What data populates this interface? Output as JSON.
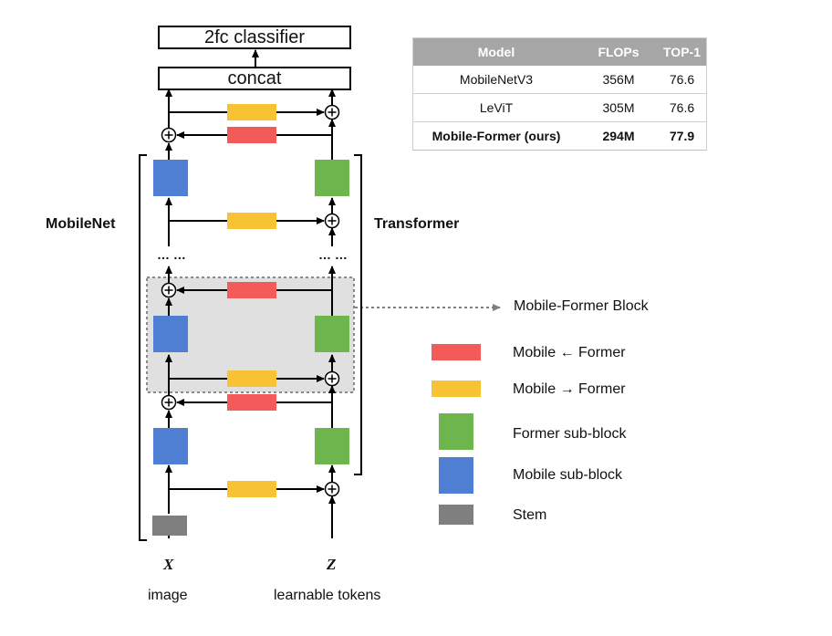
{
  "diagram": {
    "classifier_label": "2fc classifier",
    "concat_label": "concat",
    "left_branch_label": "MobileNet",
    "right_branch_label": "Transformer",
    "left_dots": "… …",
    "right_dots": "… …",
    "left_input_symbol": "X",
    "right_input_symbol": "Z",
    "left_input_caption": "image",
    "right_input_caption": "learnable tokens",
    "block_callout": "Mobile-Former Block",
    "colors": {
      "mobile_block": "#4f7fd3",
      "former_block": "#6fb54e",
      "stem_block": "#7f7f7f",
      "bridge_mobile_to_former": "#f7c234",
      "bridge_former_to_mobile": "#f35a5a",
      "block_highlight": "#e0e0e0"
    }
  },
  "legend": [
    {
      "label": "Mobile ← Former",
      "color": "#f35a5a",
      "shape": "bar"
    },
    {
      "label": "Mobile → Former",
      "color": "#f7c234",
      "shape": "bar"
    },
    {
      "label": "Former sub-block",
      "color": "#6fb54e",
      "shape": "square"
    },
    {
      "label": "Mobile sub-block",
      "color": "#4f7fd3",
      "shape": "square"
    },
    {
      "label": "Stem",
      "color": "#7f7f7f",
      "shape": "bar"
    }
  ],
  "table": {
    "headers": [
      "Model",
      "FLOPs",
      "TOP-1"
    ],
    "rows": [
      [
        "MobileNetV3",
        "356M",
        "76.6"
      ],
      [
        "LeViT",
        "305M",
        "76.6"
      ],
      [
        "Mobile-Former (ours)",
        "294M",
        "77.9"
      ]
    ]
  }
}
